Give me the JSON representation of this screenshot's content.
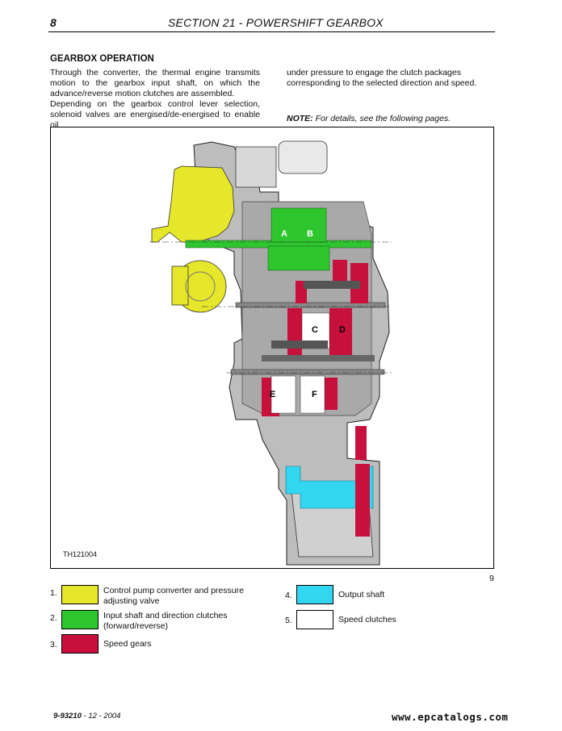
{
  "header": {
    "page_number": "8",
    "section_title": "SECTION 21 - POWERSHIFT GEARBOX"
  },
  "content": {
    "heading": "GEARBOX OPERATION",
    "left_paragraphs": [
      "Through the converter, the thermal engine transmits motion to the gearbox input shaft, on which the advance/reverse motion clutches are assembled.",
      "Depending on the gearbox control lever selection, solenoid valves are energised/de-energised to enable oil"
    ],
    "right_paragraph": "under pressure to engage the clutch packages corresponding to the selected direction and speed.",
    "note_label": "NOTE:",
    "note_text": " For details, see the following pages."
  },
  "figure": {
    "code": "TH121004",
    "number": "9",
    "gear_labels": {
      "a": "A",
      "b": "B",
      "c": "C",
      "d": "D",
      "e": "E",
      "f": "F"
    }
  },
  "legend": [
    {
      "number": "1.",
      "label": "Control pump converter and pressure adjusting valve",
      "color": "#e6e62a"
    },
    {
      "number": "2.",
      "label": "Input shaft and direction clutches (forward/reverse)",
      "color": "#2fc52f"
    },
    {
      "number": "3.",
      "label": "Speed gears",
      "color": "#c8103c"
    },
    {
      "number": "4.",
      "label": "Output shaft",
      "color": "#33d6f0"
    },
    {
      "number": "5.",
      "label": "Speed clutches",
      "color": "#ffffff"
    }
  ],
  "footer": {
    "doc_code": "9-93210",
    "doc_date": " - 12 - 2004",
    "watermark": "www.epcatalogs.com"
  }
}
